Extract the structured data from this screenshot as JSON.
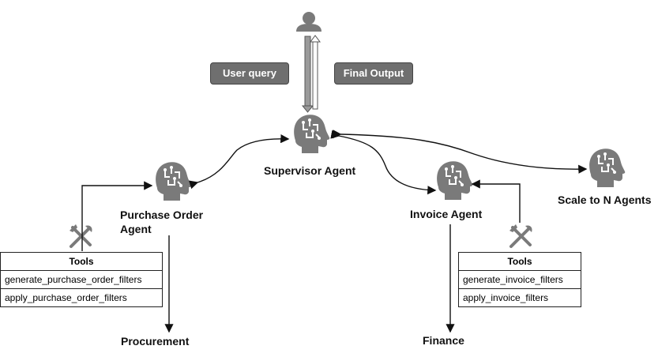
{
  "flow": {
    "user_query": "User query",
    "final_output": "Final Output"
  },
  "agents": {
    "supervisor": "Supervisor Agent",
    "purchase_order_line1": "Purchase Order",
    "purchase_order_line2": "Agent",
    "invoice": "Invoice Agent",
    "scale": "Scale to N Agents"
  },
  "destinations": {
    "procurement": "Procurement",
    "finance": "Finance"
  },
  "purchase_tools": {
    "header": "Tools",
    "items": [
      "generate_purchase_order_filters",
      "apply_purchase_order_filters"
    ]
  },
  "invoice_tools": {
    "header": "Tools",
    "items": [
      "generate_invoice_filters",
      "apply_invoice_filters"
    ]
  },
  "colors": {
    "pill_bg": "#6f6f6f",
    "icon_gray": "#7a7a7a",
    "arrow_dark": "#111111"
  },
  "icons": {
    "user": "user-icon",
    "agent": "brain-head-icon",
    "tools": "wrench-screwdriver-icon"
  }
}
